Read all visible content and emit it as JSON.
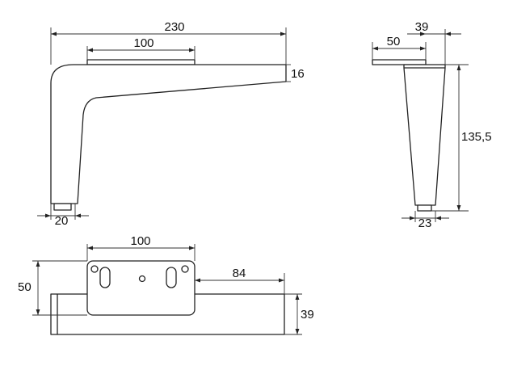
{
  "dimensions": {
    "side_total_width": "230",
    "side_plate_width": "100",
    "side_tip_height": "16",
    "side_foot_width": "20",
    "front_plate_width": "50",
    "front_top_width": "39",
    "front_height": "135,5",
    "front_foot_width": "23",
    "top_plate_width": "100",
    "top_arm_length": "84",
    "top_plate_depth": "50",
    "top_arm_depth": "39"
  },
  "colors": {
    "line": "#222222",
    "background": "#ffffff"
  }
}
